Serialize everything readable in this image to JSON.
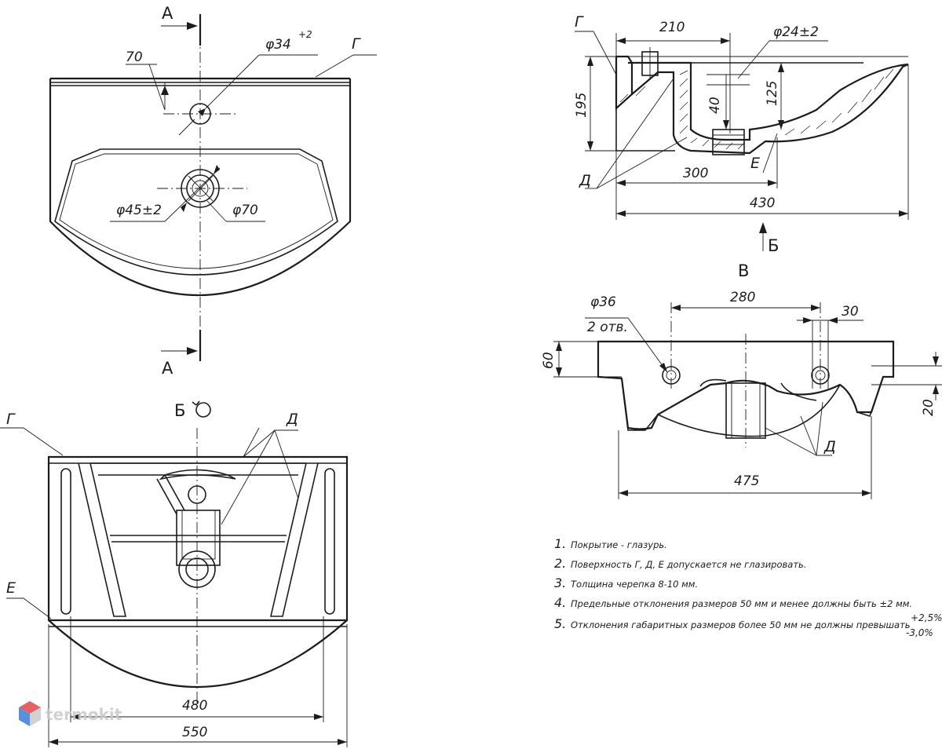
{
  "views": {
    "top": {
      "section_mark_top": "А",
      "section_mark_bottom": "А",
      "dim_70": "70",
      "dim_hole_top": "φ34",
      "dim_hole_top_tol": "+2",
      "dim_drain": "φ45±2",
      "dim_drain_outer": "φ70",
      "label_g": "Г"
    },
    "section": {
      "label_g": "Г",
      "dim_210": "210",
      "dim_hole": "φ24±2",
      "dim_195": "195",
      "dim_40": "40",
      "dim_125": "125",
      "dim_300": "300",
      "dim_430": "430",
      "label_d": "Д",
      "label_e": "Е",
      "view_arrow": "Б"
    },
    "side": {
      "title": "В",
      "dim_hole": "φ36",
      "holes_count": "2 отв.",
      "dim_280": "280",
      "dim_30": "30",
      "dim_60": "60",
      "dim_20": "20",
      "dim_475": "475",
      "label_d": "Д"
    },
    "rear": {
      "title": "Б",
      "label_g": "Г",
      "label_d": "Д",
      "label_e": "Е",
      "dim_480": "480",
      "dim_550": "550"
    }
  },
  "notes": [
    {
      "num": "1.",
      "text": "Покрытие - глазурь."
    },
    {
      "num": "2.",
      "text": "Поверхность Г, Д, Е допускается не глазировать."
    },
    {
      "num": "3.",
      "text": "Толщина черепка 8-10 мм."
    },
    {
      "num": "4.",
      "text": "Предельные отклонения размеров 50 мм и менее должны быть ±2  мм."
    },
    {
      "num": "5.",
      "text": "Отклонения габаритных размеров более 50 мм не должны превышать"
    }
  ],
  "note5_tol_plus": "+2,5%",
  "note5_tol_minus": "-3,0%",
  "watermark": "termokit",
  "colors": {
    "ink": "#1c1c1c",
    "paper": "#ffffff",
    "logo_red": "#e0474c",
    "logo_blue": "#3b7dd8",
    "logo_grey": "#c9c9c9"
  }
}
